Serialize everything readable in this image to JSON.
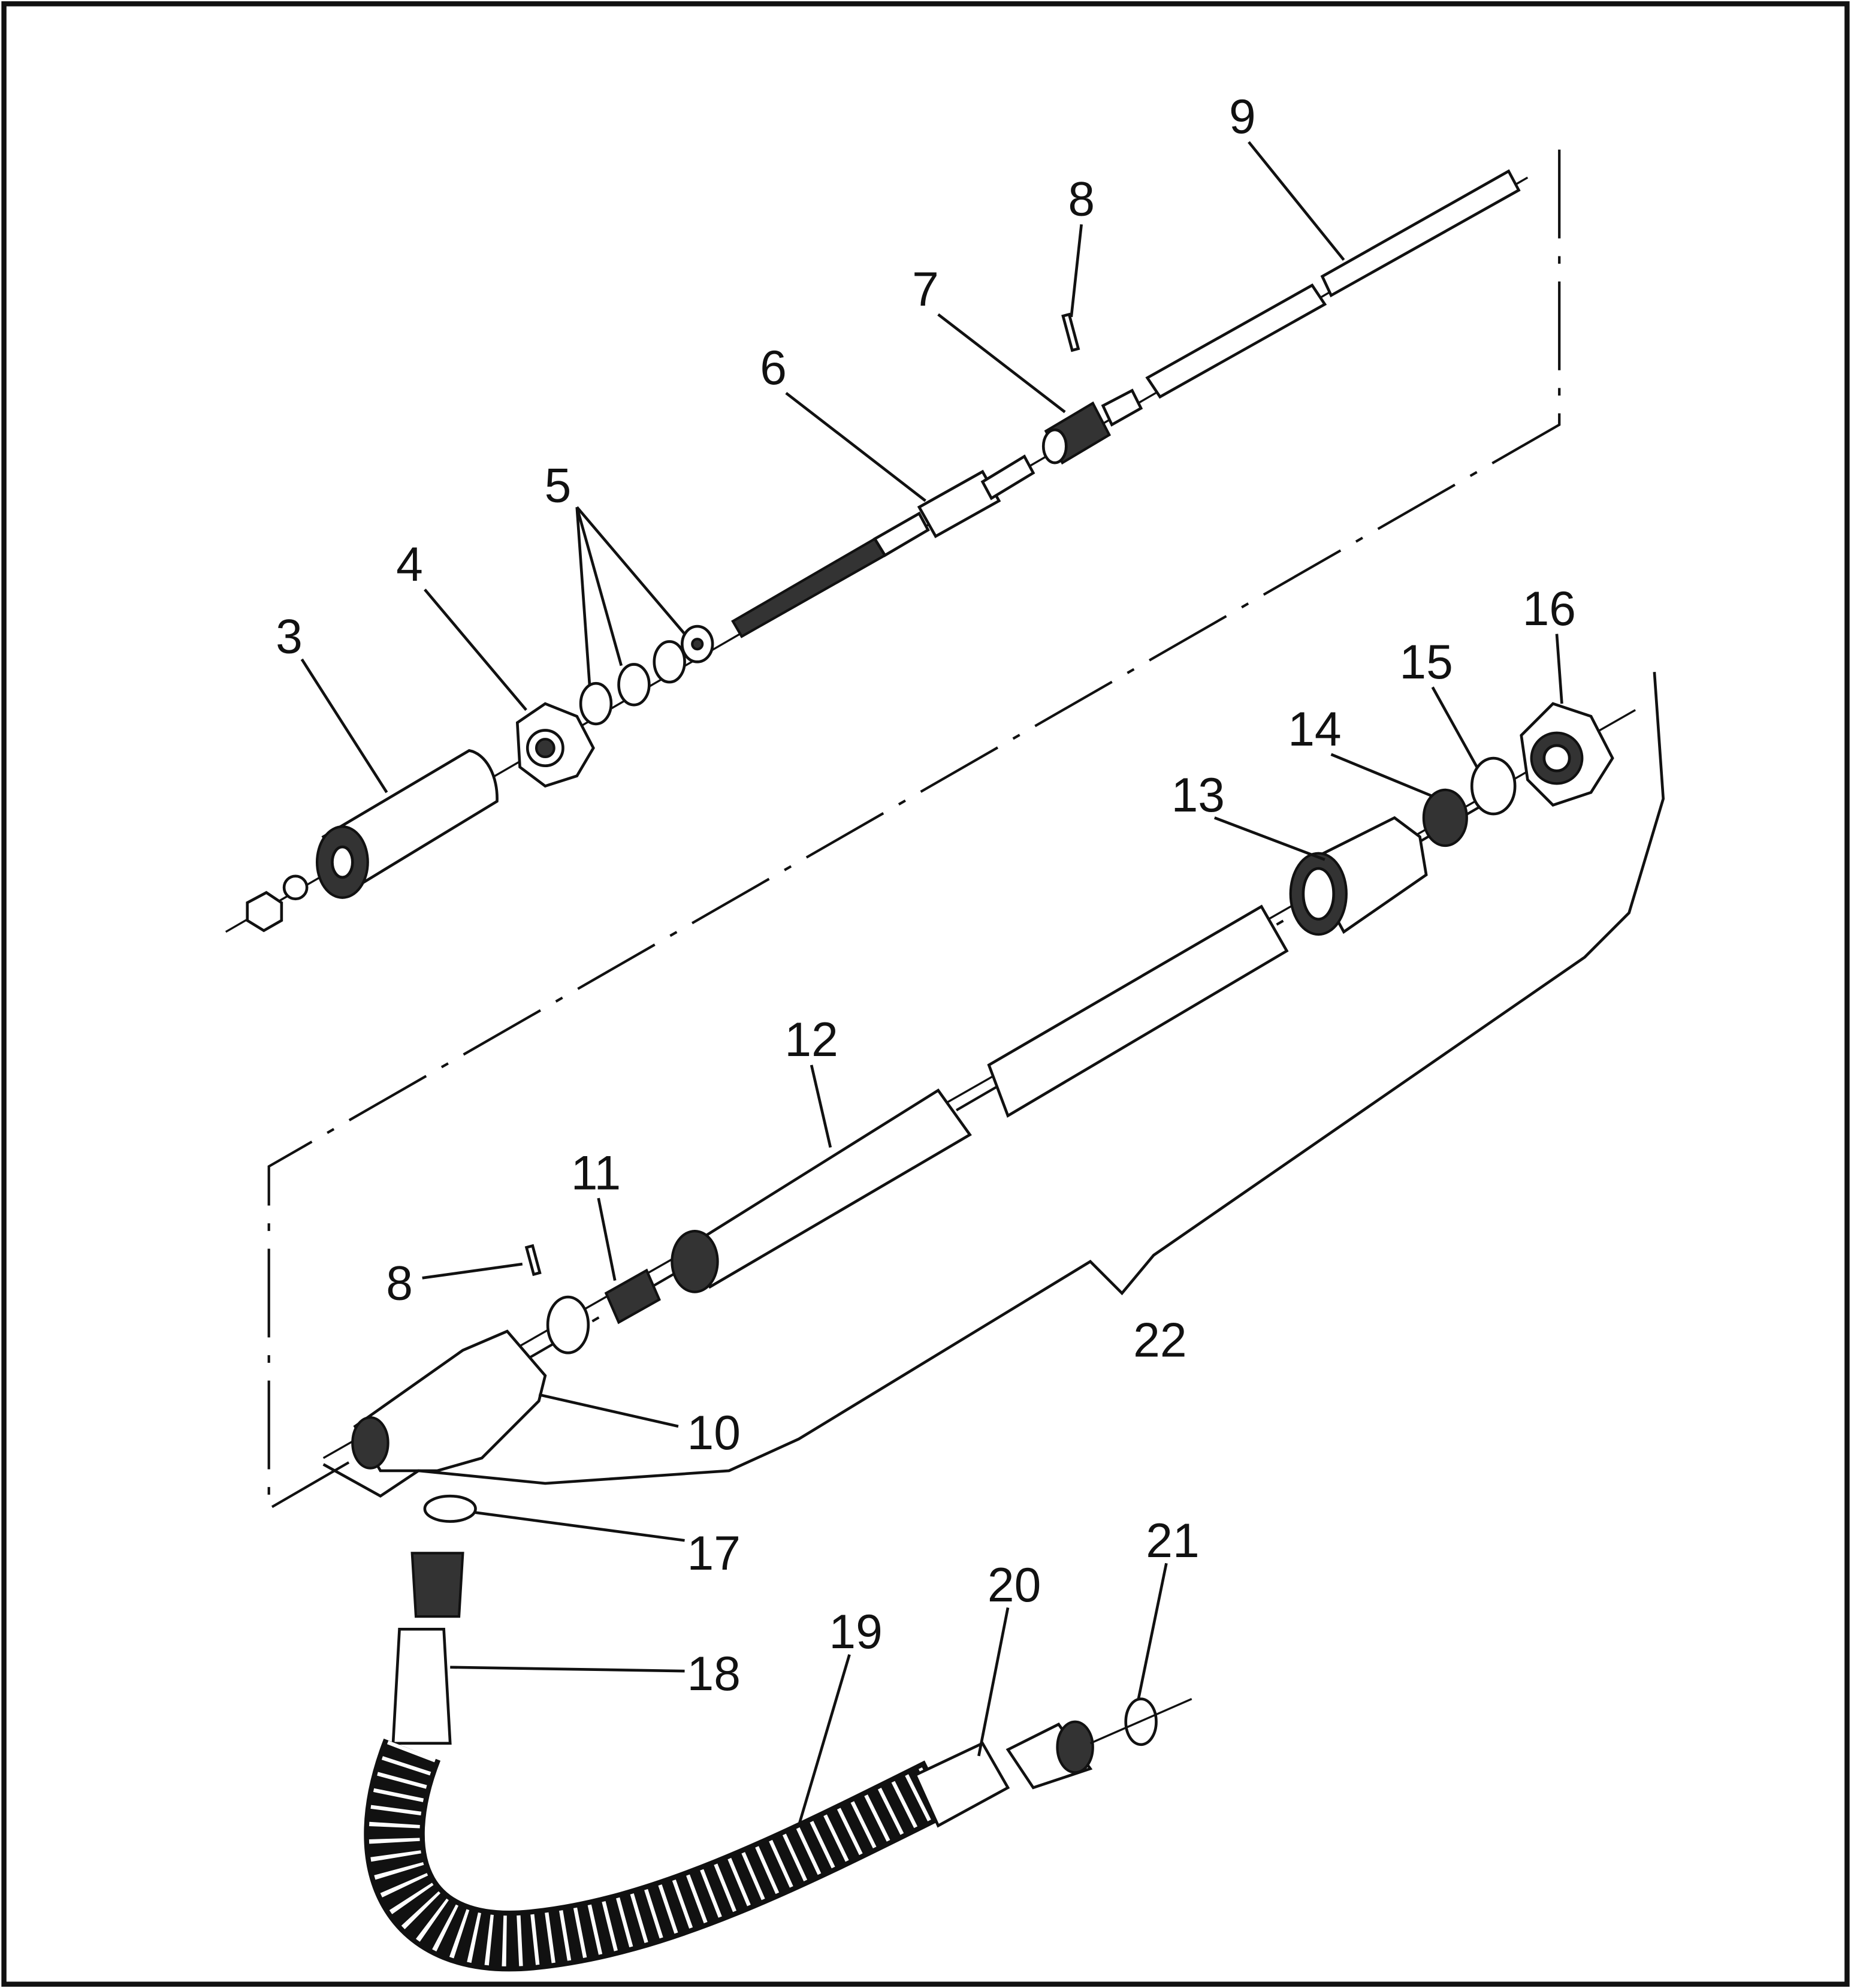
{
  "diagram": {
    "type": "exploded-parts-diagram",
    "callouts": {
      "p3": "3",
      "p4": "4",
      "p5": "5",
      "p6": "6",
      "p7": "7",
      "p8a": "8",
      "p9": "9",
      "p8b": "8",
      "p10": "10",
      "p11": "11",
      "p12": "12",
      "p13": "13",
      "p14": "14",
      "p15": "15",
      "p16": "16",
      "p17": "17",
      "p18": "18",
      "p19": "19",
      "p20": "20",
      "p21": "21",
      "p22": "22"
    }
  }
}
